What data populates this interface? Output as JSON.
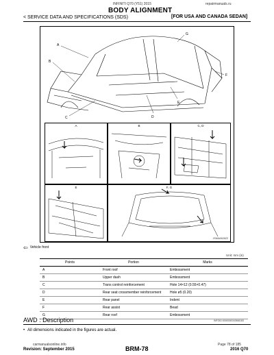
{
  "header": {
    "model_line": "INFINITI Q70 (Y51) 2015",
    "site": "repairmanuals.ru",
    "title": "BODY ALIGNMENT",
    "section": "< SERVICE DATA AND SPECIFICATIONS (SDS)",
    "region": "[FOR USA AND CANADA SEDAN]"
  },
  "figure": {
    "callouts_main": [
      "A",
      "B",
      "C",
      "D",
      "E",
      "F",
      "G"
    ],
    "grid_labels": [
      "A",
      "B",
      "C, D",
      "E",
      "F, G"
    ],
    "figure_id": "JSMIA0626ZZ",
    "vehicle_front_label": "Vehicle front"
  },
  "table": {
    "unit": "Unit: mm (in)",
    "headers": [
      "Points",
      "Portion",
      "Marks"
    ],
    "rows": [
      [
        "A",
        "Front roof",
        "Embossment"
      ],
      [
        "B",
        "Upper dash",
        "Embossment"
      ],
      [
        "C",
        "Trans control reinforcement",
        "Hole 14×12 (0.55×0.47)"
      ],
      [
        "D",
        "Rear seat crossmember reinforcement",
        "Hole ø5 (0.20)"
      ],
      [
        "E",
        "Rear panel",
        "Indent"
      ],
      [
        "F",
        "Rear assist",
        "Bead"
      ],
      [
        "G",
        "Rear roof",
        "Embossment"
      ]
    ]
  },
  "awd": {
    "heading": "AWD : Description",
    "ref": "INFOID:0000000010568183",
    "note": "All dimensions indicated in the figures are actual."
  },
  "footer": {
    "site": "carmanualsonline.info",
    "revision": "Revision: September 2015",
    "page": "BRM-78",
    "page_of": "Page 78 of 185",
    "model": "2016 Q70"
  }
}
